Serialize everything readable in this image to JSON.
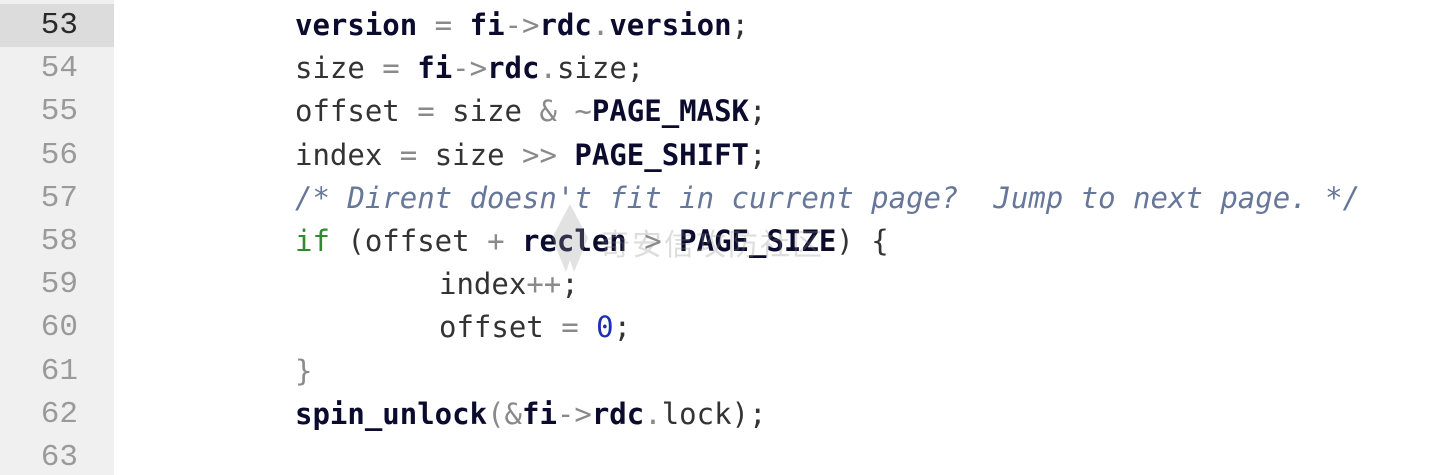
{
  "editor": {
    "current_line": "53",
    "watermark_text": "奇安信攻防社区",
    "lines": [
      {
        "number": "53",
        "tokens": [
          {
            "t": "version",
            "c": "ident"
          },
          {
            "t": " = ",
            "c": "op"
          },
          {
            "t": "fi",
            "c": "ident"
          },
          {
            "t": "->",
            "c": "op"
          },
          {
            "t": "rdc",
            "c": "ident"
          },
          {
            "t": ".",
            "c": "op"
          },
          {
            "t": "version",
            "c": "ident"
          },
          {
            "t": ";",
            "c": "ident-plain"
          }
        ]
      },
      {
        "number": "54",
        "tokens": [
          {
            "t": "size",
            "c": "ident-plain"
          },
          {
            "t": " = ",
            "c": "op"
          },
          {
            "t": "fi",
            "c": "ident"
          },
          {
            "t": "->",
            "c": "op"
          },
          {
            "t": "rdc",
            "c": "ident"
          },
          {
            "t": ".",
            "c": "op"
          },
          {
            "t": "size",
            "c": "ident-plain"
          },
          {
            "t": ";",
            "c": "ident-plain"
          }
        ]
      },
      {
        "number": "55",
        "tokens": [
          {
            "t": "offset",
            "c": "ident-plain"
          },
          {
            "t": " = ",
            "c": "op"
          },
          {
            "t": "size",
            "c": "ident-plain"
          },
          {
            "t": " & ",
            "c": "op"
          },
          {
            "t": "~",
            "c": "op"
          },
          {
            "t": "PAGE_MASK",
            "c": "ident"
          },
          {
            "t": ";",
            "c": "ident-plain"
          }
        ]
      },
      {
        "number": "56",
        "tokens": [
          {
            "t": "index",
            "c": "ident-plain"
          },
          {
            "t": " = ",
            "c": "op"
          },
          {
            "t": "size",
            "c": "ident-plain"
          },
          {
            "t": " >> ",
            "c": "op"
          },
          {
            "t": "PAGE_SHIFT",
            "c": "ident"
          },
          {
            "t": ";",
            "c": "ident-plain"
          }
        ]
      },
      {
        "number": "57",
        "tokens": [
          {
            "t": "/* Dirent doesn't fit in current page?  Jump to next page. */",
            "c": "cmt"
          }
        ]
      },
      {
        "number": "58",
        "tokens": [
          {
            "t": "if",
            "c": "kw"
          },
          {
            "t": " (",
            "c": "ident-plain"
          },
          {
            "t": "offset",
            "c": "ident-plain"
          },
          {
            "t": " + ",
            "c": "op"
          },
          {
            "t": "reclen",
            "c": "ident"
          },
          {
            "t": " > ",
            "c": "op"
          },
          {
            "t": "PAGE_SIZE",
            "c": "ident"
          },
          {
            "t": ") {",
            "c": "ident-plain"
          }
        ]
      },
      {
        "number": "59",
        "indent": 2,
        "tokens": [
          {
            "t": "index",
            "c": "ident-plain"
          },
          {
            "t": "++",
            "c": "op"
          },
          {
            "t": ";",
            "c": "ident-plain"
          }
        ]
      },
      {
        "number": "60",
        "indent": 2,
        "tokens": [
          {
            "t": "offset",
            "c": "ident-plain"
          },
          {
            "t": " = ",
            "c": "op"
          },
          {
            "t": "0",
            "c": "num"
          },
          {
            "t": ";",
            "c": "ident-plain"
          }
        ]
      },
      {
        "number": "61",
        "tokens": [
          {
            "t": "}",
            "c": "op"
          }
        ]
      },
      {
        "number": "62",
        "tokens": [
          {
            "t": "spin_unlock",
            "c": "ident"
          },
          {
            "t": "(&",
            "c": "op"
          },
          {
            "t": "fi",
            "c": "ident"
          },
          {
            "t": "->",
            "c": "op"
          },
          {
            "t": "rdc",
            "c": "ident"
          },
          {
            "t": ".",
            "c": "op"
          },
          {
            "t": "lock",
            "c": "ident-plain"
          },
          {
            "t": ");",
            "c": "ident-plain"
          }
        ]
      },
      {
        "number": "63",
        "tokens": []
      }
    ]
  }
}
